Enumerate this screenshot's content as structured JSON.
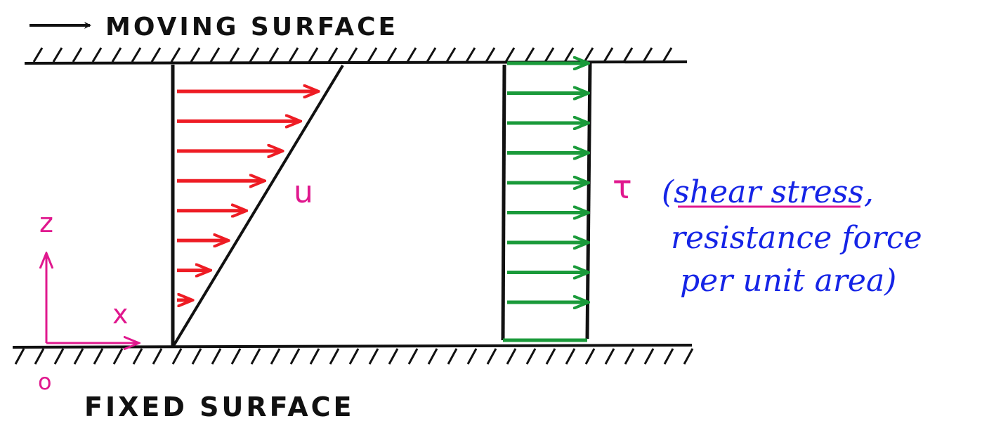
{
  "labels": {
    "moving_surface": "MOVING SURFACE",
    "fixed_surface": "FIXED SURFACE",
    "velocity_symbol": "u",
    "stress_symbol": "τ",
    "stress_note_line1": "(shear stress,",
    "stress_note_line2": "resistance force",
    "stress_note_line3": "per unit area)",
    "axis_z": "z",
    "axis_x": "x",
    "origin": "o"
  },
  "colors": {
    "ink": "#111111",
    "velocity_arrows": "#ee1c24",
    "stress_arrows": "#1a9a3a",
    "axes": "#e0188e",
    "note": "#1524e6"
  },
  "velocity_profile": {
    "profile": "linear",
    "arrow_count": 8
  },
  "stress_profile": {
    "profile": "uniform",
    "arrow_count": 9
  }
}
